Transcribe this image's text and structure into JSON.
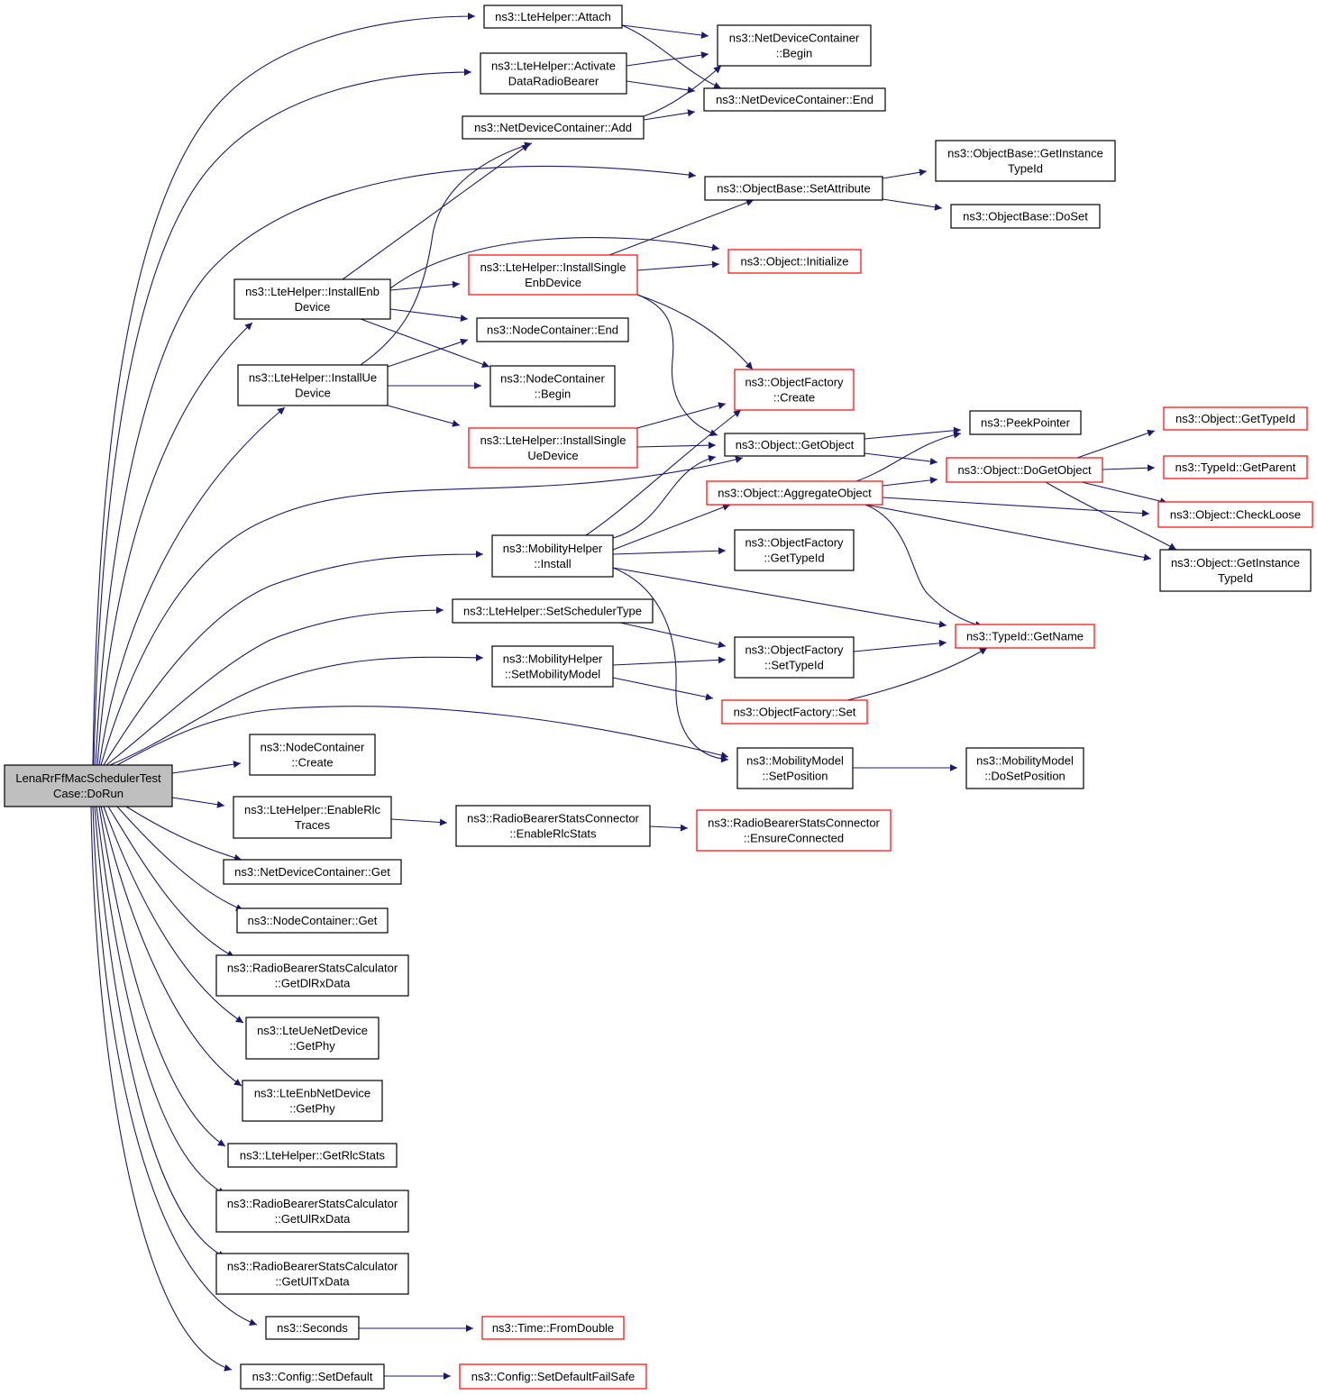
{
  "colors": {
    "edge": "#191970",
    "node_border": "#000000",
    "node_border_incomplete": "#ff0000",
    "root_fill": "#bfbfbf",
    "node_fill": "#ffffff"
  },
  "nodes": {
    "root": {
      "lines": [
        "LenaRrFfMacSchedulerTest",
        "Case::DoRun"
      ],
      "style": "root"
    },
    "attach": {
      "lines": [
        "ns3::LteHelper::Attach"
      ],
      "style": "normal"
    },
    "activate": {
      "lines": [
        "ns3::LteHelper::Activate",
        "DataRadioBearer"
      ],
      "style": "normal"
    },
    "ndc_add": {
      "lines": [
        "ns3::NetDeviceContainer::Add"
      ],
      "style": "normal"
    },
    "ndc_begin": {
      "lines": [
        "ns3::NetDeviceContainer",
        "::Begin"
      ],
      "style": "normal"
    },
    "ndc_end": {
      "lines": [
        "ns3::NetDeviceContainer::End"
      ],
      "style": "normal"
    },
    "ob_setattr": {
      "lines": [
        "ns3::ObjectBase::SetAttribute"
      ],
      "style": "normal"
    },
    "ob_getinst": {
      "lines": [
        "ns3::ObjectBase::GetInstance",
        "TypeId"
      ],
      "style": "normal"
    },
    "ob_doset": {
      "lines": [
        "ns3::ObjectBase::DoSet"
      ],
      "style": "normal"
    },
    "install_enb": {
      "lines": [
        "ns3::LteHelper::InstallEnb",
        "Device"
      ],
      "style": "normal"
    },
    "install_single_enb": {
      "lines": [
        "ns3::LteHelper::InstallSingle",
        "EnbDevice"
      ],
      "style": "incomplete"
    },
    "obj_init": {
      "lines": [
        "ns3::Object::Initialize"
      ],
      "style": "incomplete"
    },
    "nc_end": {
      "lines": [
        "ns3::NodeContainer::End"
      ],
      "style": "normal"
    },
    "install_ue": {
      "lines": [
        "ns3::LteHelper::InstallUe",
        "Device"
      ],
      "style": "normal"
    },
    "nc_begin": {
      "lines": [
        "ns3::NodeContainer",
        "::Begin"
      ],
      "style": "normal"
    },
    "of_create": {
      "lines": [
        "ns3::ObjectFactory",
        "::Create"
      ],
      "style": "incomplete"
    },
    "install_single_ue": {
      "lines": [
        "ns3::LteHelper::InstallSingle",
        "UeDevice"
      ],
      "style": "incomplete"
    },
    "obj_getobject": {
      "lines": [
        "ns3::Object::GetObject"
      ],
      "style": "normal"
    },
    "peek": {
      "lines": [
        "ns3::PeekPointer"
      ],
      "style": "normal"
    },
    "obj_gettypeid": {
      "lines": [
        "ns3::Object::GetTypeId"
      ],
      "style": "incomplete"
    },
    "obj_dogetobject": {
      "lines": [
        "ns3::Object::DoGetObject"
      ],
      "style": "incomplete"
    },
    "tid_getparent": {
      "lines": [
        "ns3::TypeId::GetParent"
      ],
      "style": "incomplete"
    },
    "obj_aggregate": {
      "lines": [
        "ns3::Object::AggregateObject"
      ],
      "style": "incomplete"
    },
    "obj_checkloose": {
      "lines": [
        "ns3::Object::CheckLoose"
      ],
      "style": "incomplete"
    },
    "mh_install": {
      "lines": [
        "ns3::MobilityHelper",
        "::Install"
      ],
      "style": "normal"
    },
    "of_gettypeid": {
      "lines": [
        "ns3::ObjectFactory",
        "::GetTypeId"
      ],
      "style": "normal"
    },
    "obj_getinst": {
      "lines": [
        "ns3::Object::GetInstance",
        "TypeId"
      ],
      "style": "normal"
    },
    "set_sched": {
      "lines": [
        "ns3::LteHelper::SetSchedulerType"
      ],
      "style": "normal"
    },
    "tid_getname": {
      "lines": [
        "ns3::TypeId::GetName"
      ],
      "style": "incomplete"
    },
    "mh_setmob": {
      "lines": [
        "ns3::MobilityHelper",
        "::SetMobilityModel"
      ],
      "style": "normal"
    },
    "of_settypeid": {
      "lines": [
        "ns3::ObjectFactory",
        "::SetTypeId"
      ],
      "style": "normal"
    },
    "of_set": {
      "lines": [
        "ns3::ObjectFactory::Set"
      ],
      "style": "incomplete"
    },
    "nc_create": {
      "lines": [
        "ns3::NodeContainer",
        "::Create"
      ],
      "style": "normal"
    },
    "mm_setpos": {
      "lines": [
        "ns3::MobilityModel",
        "::SetPosition"
      ],
      "style": "normal"
    },
    "mm_dosetpos": {
      "lines": [
        "ns3::MobilityModel",
        "::DoSetPosition"
      ],
      "style": "normal"
    },
    "enable_rlc": {
      "lines": [
        "ns3::LteHelper::EnableRlc",
        "Traces"
      ],
      "style": "normal"
    },
    "rbsc_enable": {
      "lines": [
        "ns3::RadioBearerStatsConnector",
        "::EnableRlcStats"
      ],
      "style": "normal"
    },
    "rbsc_ensure": {
      "lines": [
        "ns3::RadioBearerStatsConnector",
        "::EnsureConnected"
      ],
      "style": "incomplete"
    },
    "ndc_get": {
      "lines": [
        "ns3::NetDeviceContainer::Get"
      ],
      "style": "normal"
    },
    "nc_get": {
      "lines": [
        "ns3::NodeContainer::Get"
      ],
      "style": "normal"
    },
    "rbscalc_dlrx": {
      "lines": [
        "ns3::RadioBearerStatsCalculator",
        "::GetDlRxData"
      ],
      "style": "normal"
    },
    "ue_getphy": {
      "lines": [
        "ns3::LteUeNetDevice",
        "::GetPhy"
      ],
      "style": "normal"
    },
    "enb_getphy": {
      "lines": [
        "ns3::LteEnbNetDevice",
        "::GetPhy"
      ],
      "style": "normal"
    },
    "get_rlcstats": {
      "lines": [
        "ns3::LteHelper::GetRlcStats"
      ],
      "style": "normal"
    },
    "rbscalc_ulrx": {
      "lines": [
        "ns3::RadioBearerStatsCalculator",
        "::GetUlRxData"
      ],
      "style": "normal"
    },
    "rbscalc_ultx": {
      "lines": [
        "ns3::RadioBearerStatsCalculator",
        "::GetUlTxData"
      ],
      "style": "normal"
    },
    "seconds": {
      "lines": [
        "ns3::Seconds"
      ],
      "style": "normal"
    },
    "time_fromdouble": {
      "lines": [
        "ns3::Time::FromDouble"
      ],
      "style": "incomplete"
    },
    "config_setdefault": {
      "lines": [
        "ns3::Config::SetDefault"
      ],
      "style": "normal"
    },
    "config_setdefaultfs": {
      "lines": [
        "ns3::Config::SetDefaultFailSafe"
      ],
      "style": "incomplete"
    }
  },
  "edges": [
    [
      "root",
      "attach"
    ],
    [
      "root",
      "activate"
    ],
    [
      "root",
      "ob_setattr"
    ],
    [
      "root",
      "install_enb"
    ],
    [
      "root",
      "install_ue"
    ],
    [
      "root",
      "obj_getobject"
    ],
    [
      "root",
      "mh_install"
    ],
    [
      "root",
      "set_sched"
    ],
    [
      "root",
      "mh_setmob"
    ],
    [
      "root",
      "mm_setpos"
    ],
    [
      "root",
      "nc_create"
    ],
    [
      "root",
      "enable_rlc"
    ],
    [
      "root",
      "ndc_get"
    ],
    [
      "root",
      "nc_get"
    ],
    [
      "root",
      "rbscalc_dlrx"
    ],
    [
      "root",
      "ue_getphy"
    ],
    [
      "root",
      "enb_getphy"
    ],
    [
      "root",
      "get_rlcstats"
    ],
    [
      "root",
      "rbscalc_ulrx"
    ],
    [
      "root",
      "rbscalc_ultx"
    ],
    [
      "root",
      "seconds"
    ],
    [
      "root",
      "config_setdefault"
    ],
    [
      "attach",
      "ndc_begin"
    ],
    [
      "attach",
      "ndc_end"
    ],
    [
      "activate",
      "ndc_begin"
    ],
    [
      "activate",
      "ndc_end"
    ],
    [
      "ndc_add",
      "ndc_begin"
    ],
    [
      "ndc_add",
      "ndc_end"
    ],
    [
      "ob_setattr",
      "ob_getinst"
    ],
    [
      "ob_setattr",
      "ob_doset"
    ],
    [
      "install_enb",
      "ndc_add"
    ],
    [
      "install_enb",
      "obj_init"
    ],
    [
      "install_enb",
      "install_single_enb"
    ],
    [
      "install_enb",
      "nc_end"
    ],
    [
      "install_enb",
      "nc_begin"
    ],
    [
      "install_single_enb",
      "ob_setattr"
    ],
    [
      "install_single_enb",
      "obj_init"
    ],
    [
      "install_single_enb",
      "of_create"
    ],
    [
      "install_single_enb",
      "obj_getobject"
    ],
    [
      "install_ue",
      "ndc_add"
    ],
    [
      "install_ue",
      "nc_end"
    ],
    [
      "install_ue",
      "nc_begin"
    ],
    [
      "install_ue",
      "install_single_ue"
    ],
    [
      "install_single_ue",
      "of_create"
    ],
    [
      "install_single_ue",
      "obj_getobject"
    ],
    [
      "obj_getobject",
      "peek"
    ],
    [
      "obj_getobject",
      "obj_dogetobject"
    ],
    [
      "obj_dogetobject",
      "obj_gettypeid"
    ],
    [
      "obj_dogetobject",
      "tid_getparent"
    ],
    [
      "obj_dogetobject",
      "obj_checkloose"
    ],
    [
      "obj_dogetobject",
      "obj_getinst"
    ],
    [
      "obj_aggregate",
      "peek"
    ],
    [
      "obj_aggregate",
      "obj_dogetobject"
    ],
    [
      "obj_aggregate",
      "obj_checkloose"
    ],
    [
      "obj_aggregate",
      "obj_getinst"
    ],
    [
      "obj_aggregate",
      "tid_getname"
    ],
    [
      "mh_install",
      "of_create"
    ],
    [
      "mh_install",
      "obj_getobject"
    ],
    [
      "mh_install",
      "obj_aggregate"
    ],
    [
      "mh_install",
      "of_gettypeid"
    ],
    [
      "mh_install",
      "tid_getname"
    ],
    [
      "mh_install",
      "mm_setpos"
    ],
    [
      "set_sched",
      "of_settypeid"
    ],
    [
      "mh_setmob",
      "of_settypeid"
    ],
    [
      "mh_setmob",
      "of_set"
    ],
    [
      "of_settypeid",
      "tid_getname"
    ],
    [
      "of_set",
      "tid_getname"
    ],
    [
      "mm_setpos",
      "mm_dosetpos"
    ],
    [
      "enable_rlc",
      "rbsc_enable"
    ],
    [
      "rbsc_enable",
      "rbsc_ensure"
    ],
    [
      "seconds",
      "time_fromdouble"
    ],
    [
      "config_setdefault",
      "config_setdefaultfs"
    ]
  ]
}
